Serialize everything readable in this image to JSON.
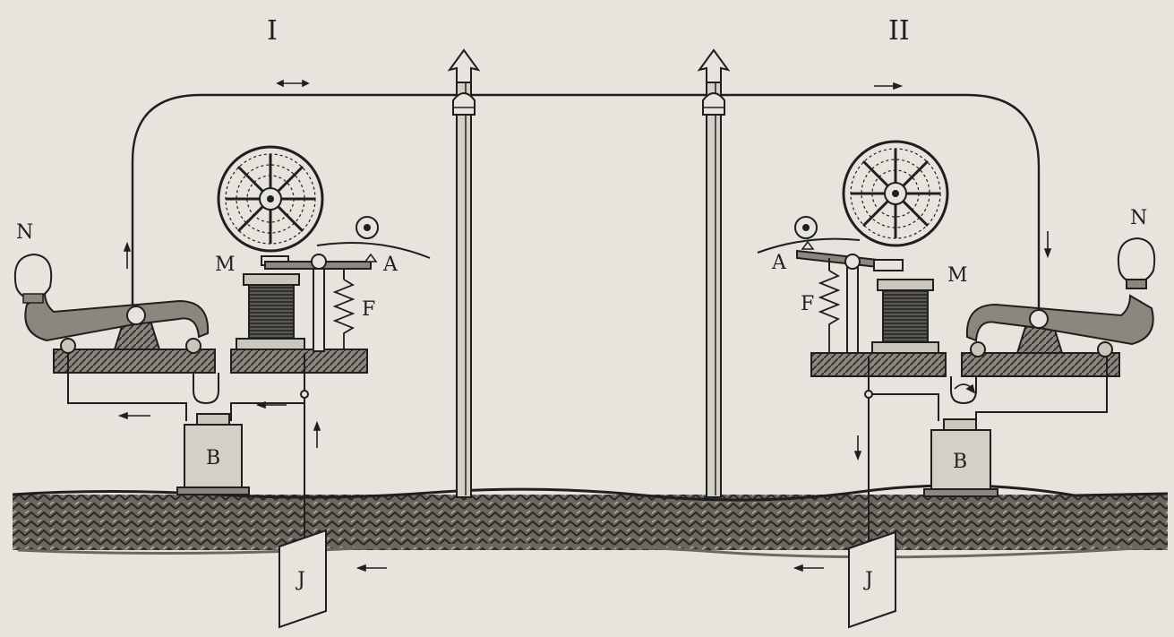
{
  "colors": {
    "paper": "#e6e4dc",
    "ink": "#1f1f1f",
    "shadow": "#bdbab0"
  },
  "labels": {
    "station_left": "I",
    "station_right": "II",
    "key_knob_left": "N",
    "key_knob_right": "N",
    "magnet_left": "M",
    "magnet_right": "M",
    "armature_left": "A",
    "armature_right": "A",
    "spring_left": "F",
    "spring_right": "F",
    "battery_left": "B",
    "battery_right": "B",
    "earth_plate_left": "J",
    "earth_plate_right": "J"
  },
  "icons": {
    "current_arrow": "arrow-icon",
    "pole_tip": "arrowhead-icon",
    "insulator": "insulator-icon",
    "paper_reel": "reel-icon"
  }
}
